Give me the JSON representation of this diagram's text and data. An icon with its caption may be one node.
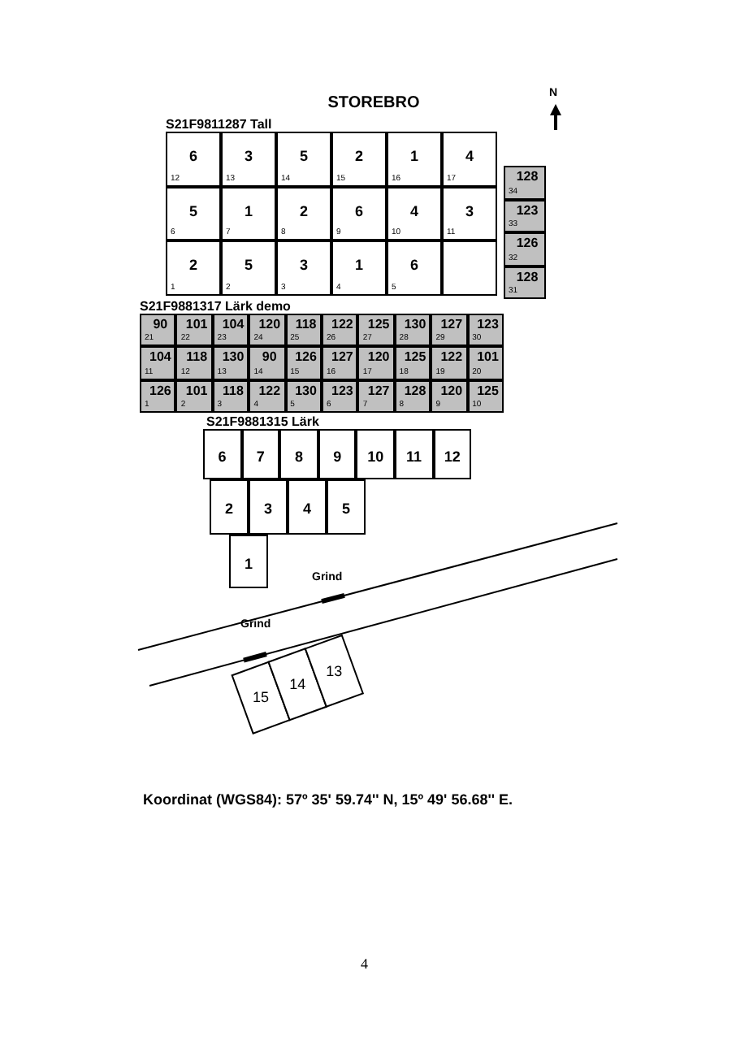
{
  "diagram": {
    "title": "STOREBRO",
    "caption": "Koordinat (WGS84): 57º 35' 59.74'' N, 15º 49' 56.68'' E.",
    "nodes": [
      {
        "text": [
          "S21F9811287 Tall"
        ]
      },
      {
        "text": [
          "6",
          "12"
        ],
        "in": 0
      },
      {
        "text": [
          "3",
          "13"
        ],
        "in": 0
      },
      {
        "text": [
          "5",
          "14"
        ],
        "in": 0
      },
      {
        "text": [
          "2",
          "15"
        ],
        "in": 0
      },
      {
        "text": [
          "1",
          "16"
        ],
        "in": 0
      },
      {
        "text": [
          "4",
          "17"
        ],
        "in": 0
      },
      {
        "text": [
          "5",
          "6"
        ],
        "in": 0
      },
      {
        "text": [
          "1",
          "7"
        ],
        "in": 0
      },
      {
        "text": [
          "2",
          "8"
        ],
        "in": 0
      },
      {
        "text": [
          "6",
          "9"
        ],
        "in": 0
      },
      {
        "text": [
          "4",
          "10"
        ],
        "in": 0
      },
      {
        "text": [
          "3",
          "11"
        ],
        "in": 0
      },
      {
        "text": [
          "2",
          "1"
        ],
        "in": 0
      },
      {
        "text": [
          "5",
          "2"
        ],
        "in": 0
      },
      {
        "text": [
          "3",
          "3"
        ],
        "in": 0
      },
      {
        "text": [
          "1",
          "4"
        ],
        "in": 0
      },
      {
        "text": [
          "6",
          "5"
        ],
        "in": 0
      },
      {
        "text": [],
        "shape": "box",
        "in": 0
      },
      {
        "text": [
          "128",
          "34"
        ]
      },
      {
        "text": [
          "123",
          "33"
        ]
      },
      {
        "text": [
          "126",
          "32"
        ]
      },
      {
        "text": [
          "128",
          "31"
        ]
      },
      {
        "text": [
          "S21F9881317 Lärk demo"
        ]
      },
      {
        "text": [
          "90",
          "21"
        ],
        "in": 23
      },
      {
        "text": [
          "101",
          "22"
        ],
        "in": 23
      },
      {
        "text": [
          "104",
          "23"
        ],
        "in": 23
      },
      {
        "text": [
          "120",
          "24"
        ],
        "in": 23
      },
      {
        "text": [
          "118",
          "25"
        ],
        "in": 23
      },
      {
        "text": [
          "122",
          "26"
        ],
        "in": 23
      },
      {
        "text": [
          "125",
          "27"
        ],
        "in": 23
      },
      {
        "text": [
          "130",
          "28"
        ],
        "in": 23
      },
      {
        "text": [
          "127",
          "29"
        ],
        "in": 23
      },
      {
        "text": [
          "123",
          "30"
        ],
        "in": 23
      },
      {
        "text": [
          "104",
          "11"
        ],
        "in": 23
      },
      {
        "text": [
          "118",
          "12"
        ],
        "in": 23
      },
      {
        "text": [
          "130",
          "13"
        ],
        "in": 23
      },
      {
        "text": [
          "90",
          "14"
        ],
        "in": 23
      },
      {
        "text": [
          "126",
          "15"
        ],
        "in": 23
      },
      {
        "text": [
          "127",
          "16"
        ],
        "in": 23
      },
      {
        "text": [
          "120",
          "17"
        ],
        "in": 23
      },
      {
        "text": [
          "125",
          "18"
        ],
        "in": 23
      },
      {
        "text": [
          "122",
          "19"
        ],
        "in": 23
      },
      {
        "text": [
          "101",
          "20"
        ],
        "in": 23
      },
      {
        "text": [
          "126",
          "1"
        ],
        "in": 23
      },
      {
        "text": [
          "101",
          "2"
        ],
        "in": 23
      },
      {
        "text": [
          "118",
          "3"
        ],
        "in": 23
      },
      {
        "text": [
          "122",
          "4"
        ],
        "in": 23
      },
      {
        "text": [
          "130",
          "5"
        ],
        "in": 23
      },
      {
        "text": [
          "123",
          "6"
        ],
        "in": 23
      },
      {
        "text": [
          "127",
          "7"
        ],
        "in": 23
      },
      {
        "text": [
          "128",
          "8"
        ],
        "in": 23
      },
      {
        "text": [
          "120",
          "9"
        ],
        "in": 23
      },
      {
        "text": [
          "125",
          "10"
        ],
        "in": 23
      },
      {
        "text": [
          "6"
        ]
      },
      {
        "text": [
          "7"
        ]
      },
      {
        "text": [
          "8"
        ]
      },
      {
        "text": [
          "9"
        ]
      },
      {
        "text": [
          "10"
        ]
      },
      {
        "text": [
          "11"
        ]
      },
      {
        "text": [
          "12"
        ]
      },
      {
        "text": [
          "2"
        ]
      },
      {
        "text": [
          "3"
        ]
      },
      {
        "text": [
          "4"
        ]
      },
      {
        "text": [
          "5"
        ]
      },
      {
        "text": [
          "1"
        ]
      },
      {
        "text": [
          "15"
        ]
      },
      {
        "text": [
          "14"
        ]
      },
      {
        "text": [
          "13"
        ]
      }
    ],
    "labels": [
      "N",
      "S21F9881315 Lärk",
      "Grind",
      "Grind",
      "4"
    ]
  }
}
